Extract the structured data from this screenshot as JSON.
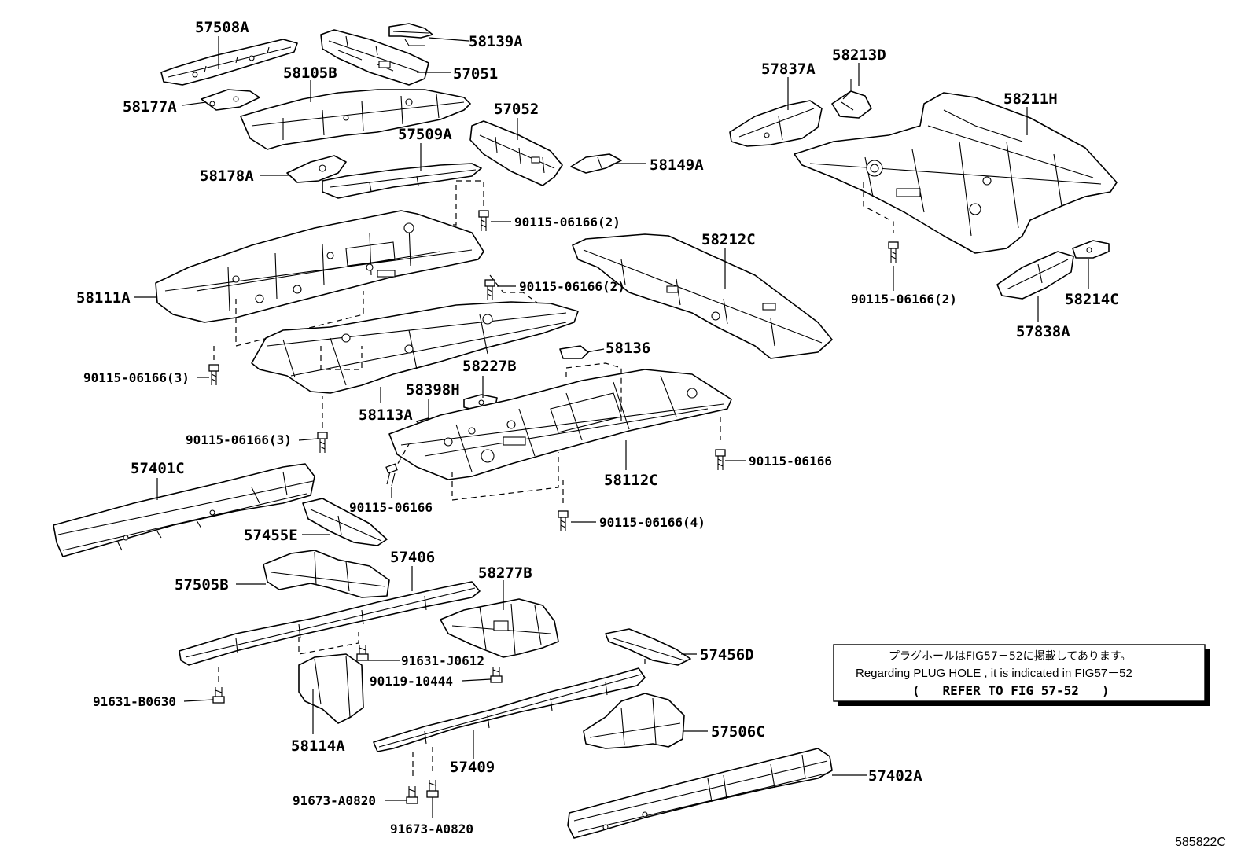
{
  "labels": {
    "p57508A": "57508A",
    "p58139A": "58139A",
    "p57051": "57051",
    "p58105B": "58105B",
    "p58177A": "58177A",
    "p57052": "57052",
    "p57509A": "57509A",
    "p58178A": "58178A",
    "p58149A": "58149A",
    "b9011506166_2a": "90115-06166(2)",
    "b9011506166_2b": "90115-06166(2)",
    "p58111A": "58111A",
    "p58212C": "58212C",
    "p57837A": "57837A",
    "p58213D": "58213D",
    "p58211H": "58211H",
    "b9011506166_2c": "90115-06166(2)",
    "p58214C": "58214C",
    "p57838A": "57838A",
    "p58136": "58136",
    "p58227B": "58227B",
    "p58398H": "58398H",
    "b9011506166_3a": "90115-06166(3)",
    "p58113A": "58113A",
    "b9011506166_3b": "90115-06166(3)",
    "b9011506166_a": "90115-06166",
    "b9011506166_b": "90115-06166",
    "p58112C": "58112C",
    "b9011506166_4": "90115-06166(4)",
    "p57401C": "57401C",
    "p57455E": "57455E",
    "p57406": "57406",
    "p57505B": "57505B",
    "p58277B": "58277B",
    "b91631J0612": "91631-J0612",
    "b9011910444": "90119-10444",
    "p57456D": "57456D",
    "b91631B0630": "91631-B0630",
    "p58114A": "58114A",
    "p57506C": "57506C",
    "p57409": "57409",
    "p57402A": "57402A",
    "b91673A0820a": "91673-A0820",
    "b91673A0820b": "91673-A0820"
  },
  "note": {
    "line1": "プラグホールはFIG57－52に掲載してあります。",
    "line2": "Regarding  PLUG HOLE , it is indicated in FIG57－52",
    "line3": "(   REFER TO FIG 57-52   )"
  },
  "figure_id": "585822C"
}
